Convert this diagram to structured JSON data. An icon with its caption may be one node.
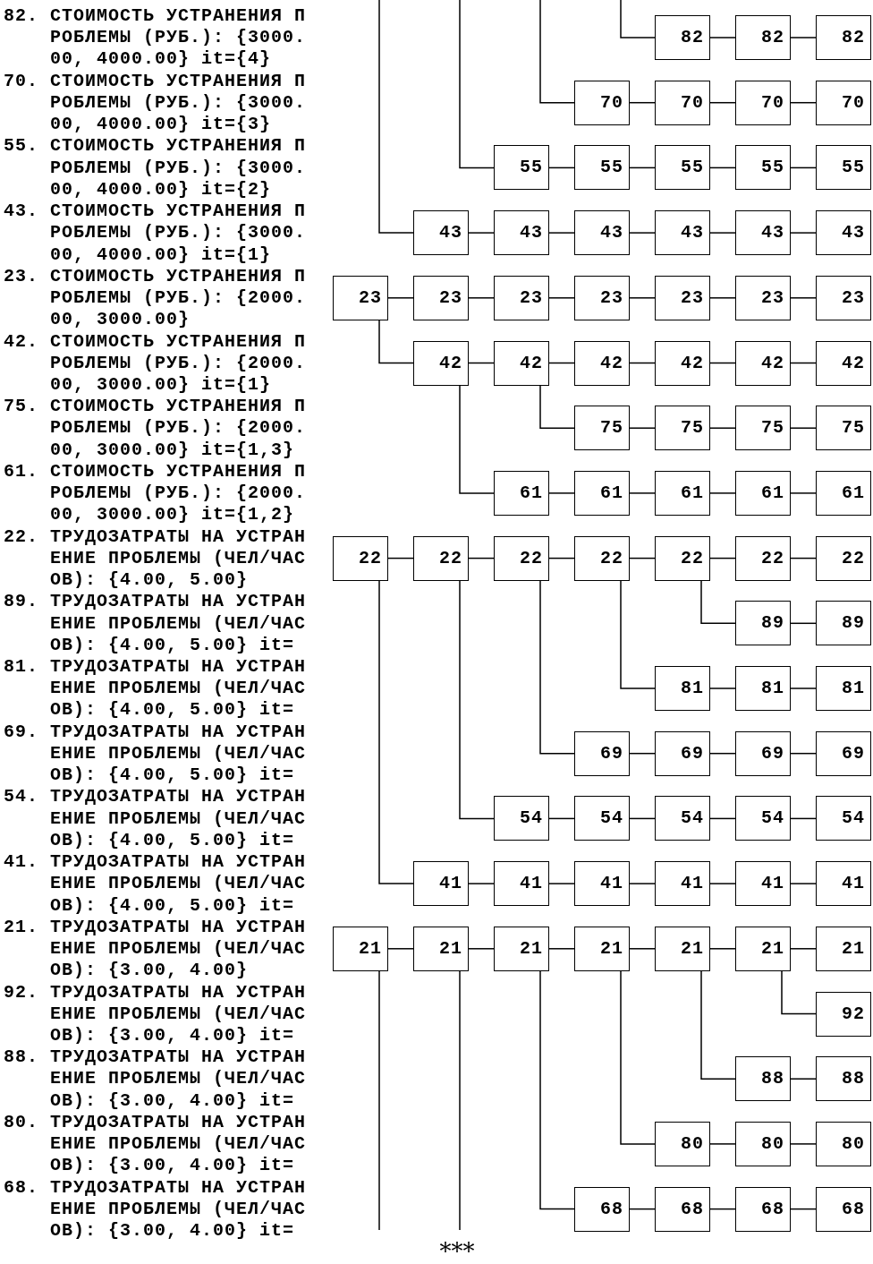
{
  "diagram": {
    "nodes": [
      {
        "text": [
          "82"
        ]
      },
      {
        "text": [
          "82"
        ]
      },
      {
        "text": [
          "82"
        ]
      },
      {
        "text": [
          "70"
        ]
      },
      {
        "text": [
          "70"
        ]
      },
      {
        "text": [
          "70"
        ]
      },
      {
        "text": [
          "70"
        ]
      },
      {
        "text": [
          "55"
        ]
      },
      {
        "text": [
          "55"
        ]
      },
      {
        "text": [
          "55"
        ]
      },
      {
        "text": [
          "55"
        ]
      },
      {
        "text": [
          "55"
        ]
      },
      {
        "text": [
          "43"
        ]
      },
      {
        "text": [
          "43"
        ]
      },
      {
        "text": [
          "43"
        ]
      },
      {
        "text": [
          "43"
        ]
      },
      {
        "text": [
          "43"
        ]
      },
      {
        "text": [
          "43"
        ]
      },
      {
        "text": [
          "23"
        ]
      },
      {
        "text": [
          "23"
        ]
      },
      {
        "text": [
          "23"
        ]
      },
      {
        "text": [
          "23"
        ]
      },
      {
        "text": [
          "23"
        ]
      },
      {
        "text": [
          "23"
        ]
      },
      {
        "text": [
          "23"
        ]
      },
      {
        "text": [
          "42"
        ]
      },
      {
        "text": [
          "42"
        ]
      },
      {
        "text": [
          "42"
        ]
      },
      {
        "text": [
          "42"
        ]
      },
      {
        "text": [
          "42"
        ]
      },
      {
        "text": [
          "42"
        ]
      },
      {
        "text": [
          "75"
        ]
      },
      {
        "text": [
          "75"
        ]
      },
      {
        "text": [
          "75"
        ]
      },
      {
        "text": [
          "75"
        ]
      },
      {
        "text": [
          "61"
        ]
      },
      {
        "text": [
          "61"
        ]
      },
      {
        "text": [
          "61"
        ]
      },
      {
        "text": [
          "61"
        ]
      },
      {
        "text": [
          "61"
        ]
      },
      {
        "text": [
          "22"
        ]
      },
      {
        "text": [
          "22"
        ]
      },
      {
        "text": [
          "22"
        ]
      },
      {
        "text": [
          "22"
        ]
      },
      {
        "text": [
          "22"
        ]
      },
      {
        "text": [
          "22"
        ]
      },
      {
        "text": [
          "22"
        ]
      },
      {
        "text": [
          "89"
        ]
      },
      {
        "text": [
          "89"
        ]
      },
      {
        "text": [
          "81"
        ]
      },
      {
        "text": [
          "81"
        ]
      },
      {
        "text": [
          "81"
        ]
      },
      {
        "text": [
          "69"
        ]
      },
      {
        "text": [
          "69"
        ]
      },
      {
        "text": [
          "69"
        ]
      },
      {
        "text": [
          "69"
        ]
      },
      {
        "text": [
          "54"
        ]
      },
      {
        "text": [
          "54"
        ]
      },
      {
        "text": [
          "54"
        ]
      },
      {
        "text": [
          "54"
        ]
      },
      {
        "text": [
          "54"
        ]
      },
      {
        "text": [
          "41"
        ]
      },
      {
        "text": [
          "41"
        ]
      },
      {
        "text": [
          "41"
        ]
      },
      {
        "text": [
          "41"
        ]
      },
      {
        "text": [
          "41"
        ]
      },
      {
        "text": [
          "41"
        ]
      },
      {
        "text": [
          "21"
        ]
      },
      {
        "text": [
          "21"
        ]
      },
      {
        "text": [
          "21"
        ]
      },
      {
        "text": [
          "21"
        ]
      },
      {
        "text": [
          "21"
        ]
      },
      {
        "text": [
          "21"
        ]
      },
      {
        "text": [
          "21"
        ]
      },
      {
        "text": [
          "92"
        ]
      },
      {
        "text": [
          "88"
        ]
      },
      {
        "text": [
          "88"
        ]
      },
      {
        "text": [
          "80"
        ]
      },
      {
        "text": [
          "80"
        ]
      },
      {
        "text": [
          "80"
        ]
      },
      {
        "text": [
          "68"
        ]
      },
      {
        "text": [
          "68"
        ]
      },
      {
        "text": [
          "68"
        ]
      },
      {
        "text": [
          "68"
        ]
      }
    ],
    "edges": [
      {
        "from": 0,
        "to": 1,
        "arrow": "none"
      },
      {
        "from": 1,
        "to": 2,
        "arrow": "none"
      },
      {
        "from": 3,
        "to": 4,
        "arrow": "none"
      },
      {
        "from": 4,
        "to": 5,
        "arrow": "none"
      },
      {
        "from": 5,
        "to": 6,
        "arrow": "none"
      },
      {
        "from": 7,
        "to": 8,
        "arrow": "none"
      },
      {
        "from": 8,
        "to": 9,
        "arrow": "none"
      },
      {
        "from": 9,
        "to": 10,
        "arrow": "none"
      },
      {
        "from": 10,
        "to": 11,
        "arrow": "none"
      },
      {
        "from": 12,
        "to": 13,
        "arrow": "none"
      },
      {
        "from": 13,
        "to": 14,
        "arrow": "none"
      },
      {
        "from": 14,
        "to": 15,
        "arrow": "none"
      },
      {
        "from": 15,
        "to": 16,
        "arrow": "none"
      },
      {
        "from": 16,
        "to": 17,
        "arrow": "none"
      },
      {
        "from": 18,
        "to": 19,
        "arrow": "none"
      },
      {
        "from": 19,
        "to": 20,
        "arrow": "none"
      },
      {
        "from": 20,
        "to": 21,
        "arrow": "none"
      },
      {
        "from": 21,
        "to": 22,
        "arrow": "none"
      },
      {
        "from": 22,
        "to": 23,
        "arrow": "none"
      },
      {
        "from": 23,
        "to": 24,
        "arrow": "none"
      },
      {
        "from": 25,
        "to": 26,
        "arrow": "none"
      },
      {
        "from": 26,
        "to": 27,
        "arrow": "none"
      },
      {
        "from": 27,
        "to": 28,
        "arrow": "none"
      },
      {
        "from": 28,
        "to": 29,
        "arrow": "none"
      },
      {
        "from": 29,
        "to": 30,
        "arrow": "none"
      },
      {
        "from": 31,
        "to": 32,
        "arrow": "none"
      },
      {
        "from": 32,
        "to": 33,
        "arrow": "none"
      },
      {
        "from": 33,
        "to": 34,
        "arrow": "none"
      },
      {
        "from": 35,
        "to": 36,
        "arrow": "none"
      },
      {
        "from": 36,
        "to": 37,
        "arrow": "none"
      },
      {
        "from": 37,
        "to": 38,
        "arrow": "none"
      },
      {
        "from": 38,
        "to": 39,
        "arrow": "none"
      },
      {
        "from": 40,
        "to": 41,
        "arrow": "none"
      },
      {
        "from": 41,
        "to": 42,
        "arrow": "none"
      },
      {
        "from": 42,
        "to": 43,
        "arrow": "none"
      },
      {
        "from": 43,
        "to": 44,
        "arrow": "none"
      },
      {
        "from": 44,
        "to": 45,
        "arrow": "none"
      },
      {
        "from": 45,
        "to": 46,
        "arrow": "none"
      },
      {
        "from": 47,
        "to": 48,
        "arrow": "none"
      },
      {
        "from": 49,
        "to": 50,
        "arrow": "none"
      },
      {
        "from": 50,
        "to": 51,
        "arrow": "none"
      },
      {
        "from": 52,
        "to": 53,
        "arrow": "none"
      },
      {
        "from": 53,
        "to": 54,
        "arrow": "none"
      },
      {
        "from": 54,
        "to": 55,
        "arrow": "none"
      },
      {
        "from": 56,
        "to": 57,
        "arrow": "none"
      },
      {
        "from": 57,
        "to": 58,
        "arrow": "none"
      },
      {
        "from": 58,
        "to": 59,
        "arrow": "none"
      },
      {
        "from": 59,
        "to": 60,
        "arrow": "none"
      },
      {
        "from": 61,
        "to": 62,
        "arrow": "none"
      },
      {
        "from": 62,
        "to": 63,
        "arrow": "none"
      },
      {
        "from": 63,
        "to": 64,
        "arrow": "none"
      },
      {
        "from": 64,
        "to": 65,
        "arrow": "none"
      },
      {
        "from": 65,
        "to": 66,
        "arrow": "none"
      },
      {
        "from": 67,
        "to": 68,
        "arrow": "none"
      },
      {
        "from": 68,
        "to": 69,
        "arrow": "none"
      },
      {
        "from": 69,
        "to": 70,
        "arrow": "none"
      },
      {
        "from": 70,
        "to": 71,
        "arrow": "none"
      },
      {
        "from": 71,
        "to": 72,
        "arrow": "none"
      },
      {
        "from": 72,
        "to": 73,
        "arrow": "none"
      },
      {
        "from": 75,
        "to": 76,
        "arrow": "none"
      },
      {
        "from": 77,
        "to": 78,
        "arrow": "none"
      },
      {
        "from": 78,
        "to": 79,
        "arrow": "none"
      },
      {
        "from": 80,
        "to": 81,
        "arrow": "none"
      },
      {
        "from": 81,
        "to": 82,
        "arrow": "none"
      },
      {
        "from": 82,
        "to": 83,
        "arrow": "none"
      },
      {
        "from": null,
        "to": 0,
        "arrow": "none"
      },
      {
        "from": null,
        "to": 3,
        "arrow": "none"
      },
      {
        "from": null,
        "to": 7,
        "arrow": "none"
      },
      {
        "from": null,
        "to": 12,
        "arrow": "none"
      },
      {
        "from": 18,
        "to": 25,
        "arrow": "none"
      },
      {
        "from": 25,
        "to": 35,
        "arrow": "none"
      },
      {
        "from": 26,
        "to": 31,
        "arrow": "none"
      },
      {
        "from": 40,
        "to": 61,
        "arrow": "none"
      },
      {
        "from": 41,
        "to": 56,
        "arrow": "none"
      },
      {
        "from": 42,
        "to": 52,
        "arrow": "none"
      },
      {
        "from": 43,
        "to": 49,
        "arrow": "none"
      },
      {
        "from": 44,
        "to": 47,
        "arrow": "none"
      },
      {
        "from": 67,
        "to": null,
        "arrow": "none"
      },
      {
        "from": 68,
        "to": null,
        "arrow": "none"
      },
      {
        "from": 69,
        "to": 80,
        "arrow": "none"
      },
      {
        "from": 70,
        "to": 77,
        "arrow": "none"
      },
      {
        "from": 71,
        "to": 75,
        "arrow": "none"
      },
      {
        "from": 72,
        "to": 74,
        "arrow": "none"
      }
    ],
    "labels": [
      "82. СТОИМОСТЬ УСТРАНЕНИЯ П РОБЛЕМЫ (РУБ.): {3000. 00, 4000.00} it={4}",
      "70. СТОИМОСТЬ УСТРАНЕНИЯ П РОБЛЕМЫ (РУБ.): {3000. 00, 4000.00} it={3}",
      "55. СТОИМОСТЬ УСТРАНЕНИЯ П РОБЛЕМЫ (РУБ.): {3000. 00, 4000.00} it={2}",
      "43. СТОИМОСТЬ УСТРАНЕНИЯ П РОБЛЕМЫ (РУБ.): {3000. 00, 4000.00} it={1}",
      "23. СТОИМОСТЬ УСТРАНЕНИЯ П РОБЛЕМЫ (РУБ.): {2000. 00, 3000.00}",
      "42. СТОИМОСТЬ УСТРАНЕНИЯ П РОБЛЕМЫ (РУБ.): {2000. 00, 3000.00} it={1}",
      "75. СТОИМОСТЬ УСТРАНЕНИЯ П РОБЛЕМЫ (РУБ.): {2000. 00, 3000.00} it={1,3}",
      "61. СТОИМОСТЬ УСТРАНЕНИЯ П РОБЛЕМЫ (РУБ.): {2000. 00, 3000.00} it={1,2}",
      "22. ТРУДОЗАТРАТЫ НА УСТРАН ЕНИЕ ПРОБЛЕМЫ (ЧЕЛ/ЧАС ОВ): {4.00, 5.00}",
      "89. ТРУДОЗАТРАТЫ НА УСТРАН ЕНИЕ ПРОБЛЕМЫ (ЧЕЛ/ЧАС ОВ): {4.00, 5.00} it=",
      "81. ТРУДОЗАТРАТЫ НА УСТРАН ЕНИЕ ПРОБЛЕМЫ (ЧЕЛ/ЧАС ОВ): {4.00, 5.00} it=",
      "69. ТРУДОЗАТРАТЫ НА УСТРАН ЕНИЕ ПРОБЛЕМЫ (ЧЕЛ/ЧАС ОВ): {4.00, 5.00} it=",
      "54. ТРУДОЗАТРАТЫ НА УСТРАН ЕНИЕ ПРОБЛЕМЫ (ЧЕЛ/ЧАС ОВ): {4.00, 5.00} it=",
      "41. ТРУДОЗАТРАТЫ НА УСТРАН ЕНИЕ ПРОБЛЕМЫ (ЧЕЛ/ЧАС ОВ): {4.00, 5.00} it=",
      "21. ТРУДОЗАТРАТЫ НА УСТРАН ЕНИЕ ПРОБЛЕМЫ (ЧЕЛ/ЧАС ОВ): {3.00, 4.00}",
      "92. ТРУДОЗАТРАТЫ НА УСТРАН ЕНИЕ ПРОБЛЕМЫ (ЧЕЛ/ЧАС ОВ): {3.00, 4.00} it=",
      "88. ТРУДОЗАТРАТЫ НА УСТРАН ЕНИЕ ПРОБЛЕМЫ (ЧЕЛ/ЧАС ОВ): {3.00, 4.00} it=",
      "80. ТРУДОЗАТРАТЫ НА УСТРАН ЕНИЕ ПРОБЛЕМЫ (ЧЕЛ/ЧАС ОВ): {3.00, 4.00} it=",
      "68. ТРУДОЗАТРАТЫ НА УСТРАН ЕНИЕ ПРОБЛЕМЫ (ЧЕЛ/ЧАС ОВ): {3.00, 4.00} it=",
      "***"
    ]
  }
}
